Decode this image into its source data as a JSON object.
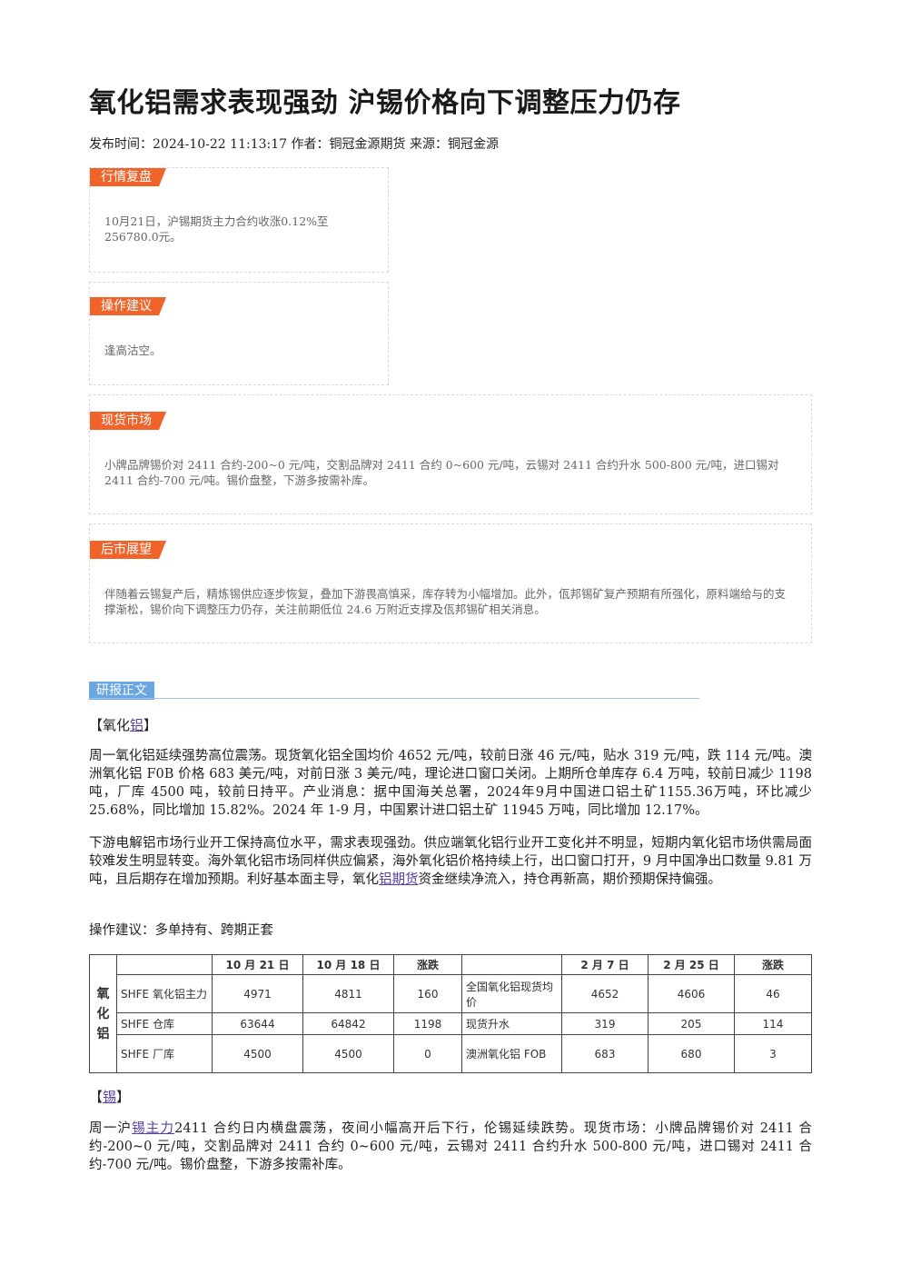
{
  "article": {
    "title": "氧化铝需求表现强劲 沪锡价格向下调整压力仍存",
    "meta": "发布时间：2024-10-22 11:13:17 作者：铜冠金源期货 来源：铜冠金源"
  },
  "boxes": [
    {
      "tag": "行情复盘",
      "text": "10月21日，沪锡期货主力合约收涨0.12%至256780.0元。"
    },
    {
      "tag": "操作建议",
      "text": "逢高沽空。"
    },
    {
      "tag": "现货市场",
      "text": "小牌品牌锡价对 2411 合约-200~0 元/吨，交割品牌对 2411 合约 0~600 元/吨，云锡对 2411 合约升水 500-800 元/吨，进口锡对 2411 合约-700 元/吨。锡价盘整，下游多按需补库。"
    },
    {
      "tag": "后市展望",
      "text": "伴随着云锡复产后，精炼锡供应逐步恢复，叠加下游畏高慎采，库存转为小幅增加。此外，佤邦锡矿复产预期有所强化，原料端给与的支撑渐松，锡价向下调整压力仍存，关注前期低位 24.6 万附近支撑及佤邦锡矿相关消息。"
    }
  ],
  "report": {
    "tag": "研报正文",
    "section1": {
      "open": "【氧化",
      "link": "铝",
      "close": "】"
    },
    "para1": "周一氧化铝延续强势高位震荡。现货氧化铝全国均价 4652 元/吨，较前日涨 46 元/吨，贴水 319 元/吨，跌 114 元/吨。澳洲氧化铝 F0B 价格 683 美元/吨，对前日涨 3 美元/吨，理论进口窗口关闭。上期所仓单库存 6.4 万吨，较前日减少 1198 吨，厂库 4500 吨，较前日持平。产业消息：据中国海关总署，2024年9月中国进口铝土矿1155.36万吨，环比减少25.68%，同比增加 15.82%。2024 年 1-9 月，中国累计进口铝土矿 11945 万吨，同比增加 12.17%。",
    "para2_before": "下游电解铝市场行业开工保持高位水平，需求表现强劲。供应端氧化铝行业开工变化并不明显，短期内氧化铝市场供需局面较难发生明显转变。海外氧化铝市场同样供应偏紧，海外氧化铝价格持续上行，出口窗口打开，9 月中国净出口数量 9.81 万吨，且后期存在增加预期。利好基本面主导，氧化",
    "para2_link": "铝期货",
    "para2_after": "资金继续净流入，持仓再新高，期价预期保持偏强。",
    "advice": "操作建议：多单持有、跨期正套",
    "table": {
      "row_label": "氧化铝",
      "headers_left": [
        "",
        "10 月 21 日",
        "10 月 18 日",
        "涨跌"
      ],
      "headers_right": [
        "",
        "2 月 7 日",
        "2 月 25 日",
        "涨跌"
      ],
      "rows": [
        [
          "SHFE 氧化铝主力",
          "4971",
          "4811",
          "160",
          "全国氧化铝现货均价",
          "4652",
          "4606",
          "46"
        ],
        [
          "SHFE 仓库",
          "63644",
          "64842",
          "1198",
          "现货升水",
          "319",
          "205",
          "114"
        ],
        [
          "SHFE 厂库",
          "4500",
          "4500",
          "0",
          "澳洲氧化铝 FOB",
          "683",
          "680",
          "3"
        ]
      ]
    },
    "section2": {
      "open": "【",
      "link": "锡",
      "close": "】"
    },
    "para3_before": "周一沪",
    "para3_link": "锡主力",
    "para3_after": "2411 合约日内横盘震荡，夜间小幅高开后下行，伦锡延续跌势。现货市场：小牌品牌锡价对 2411 合约-200~0 元/吨，交割品牌对 2411 合约 0~600 元/吨，云锡对 2411 合约升水 500-800 元/吨，进口锡对 2411 合约-700 元/吨。锡价盘整，下游多按需补库。"
  },
  "colors": {
    "tag_orange": "#f0642c",
    "tag_blue": "#6aa6e0",
    "link_purple": "#5a3fa0"
  }
}
